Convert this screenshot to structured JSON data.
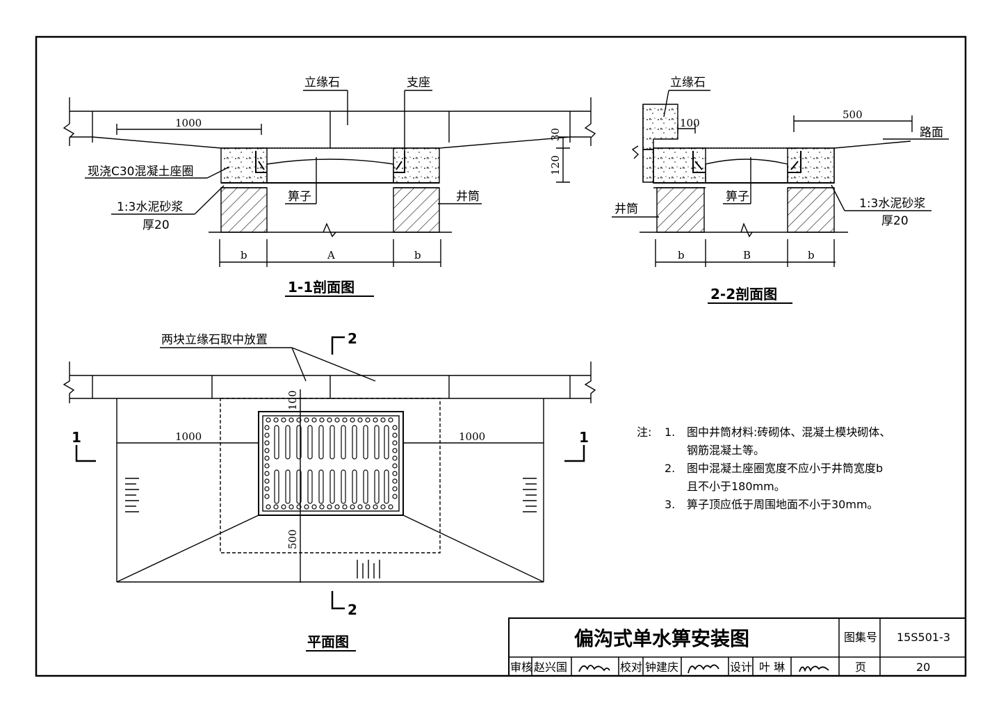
{
  "section_1_1": {
    "title": "1-1剖面图",
    "label_curb": "立缘石",
    "label_support": "支座",
    "label_concrete_ring": "现浇C30混凝土座圈",
    "label_mortar": "1:3水泥砂浆",
    "label_mortar_thickness": "厚20",
    "label_grate": "箅子",
    "label_shaft": "井筒",
    "dim_1000": "1000",
    "dim_30": "30",
    "dim_120": "120",
    "dim_b_left": "b",
    "dim_A": "A",
    "dim_b_right": "b"
  },
  "section_2_2": {
    "title": "2-2剖面图",
    "label_curb": "立缘石",
    "label_road": "路面",
    "label_grate": "箅子",
    "label_shaft": "井筒",
    "label_mortar": "1:3水泥砂浆",
    "label_mortar_thickness": "厚20",
    "dim_100": "100",
    "dim_500": "500",
    "dim_b_left": "b",
    "dim_B": "B",
    "dim_b_right": "b"
  },
  "plan": {
    "title": "平面图",
    "label_curbs": "两块立缘石取中放置",
    "cut_1_left": "1",
    "cut_1_right": "1",
    "cut_2_top": "2",
    "cut_2_bottom": "2",
    "dim_1000_left": "1000",
    "dim_1000_right": "1000",
    "dim_100": "100",
    "dim_500": "500"
  },
  "notes": {
    "lead": "注:",
    "n1_num": "1.",
    "n1_line1": "图中井筒材料:砖砌体、混凝土模块砌体、",
    "n1_line2": "钢筋混凝土等。",
    "n2_num": "2.",
    "n2_line1": "图中混凝土座圈宽度不应小于井筒宽度b",
    "n2_line2": "且不小于180mm。",
    "n3_num": "3.",
    "n3_line1": "箅子顶应低于周围地面不小于30mm。"
  },
  "title_block": {
    "drawing_title": "偏沟式单水箅安装图",
    "atlas_label": "图集号",
    "atlas_no": "15S501-3",
    "review_label": "审核",
    "review_name": "赵兴国",
    "check_label": "校对",
    "check_name": "钟建庆",
    "design_label": "设计",
    "design_name": "叶 琳",
    "page_label": "页",
    "page_no": "20"
  }
}
